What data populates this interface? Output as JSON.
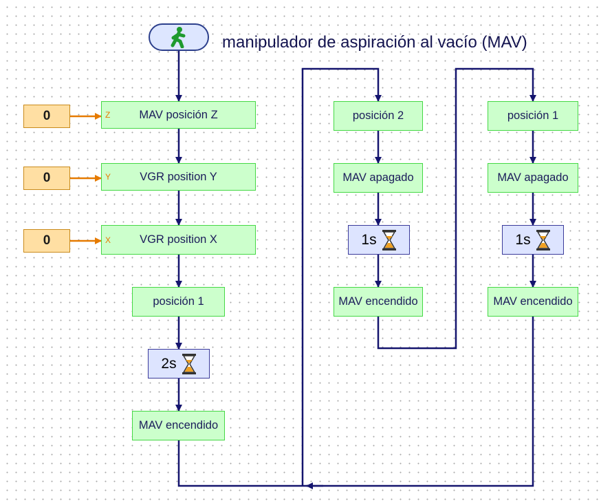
{
  "program": {
    "title": "manipulador de aspiración al vacío (MAV)",
    "start_icon": "walking-man-icon"
  },
  "inputs": [
    {
      "value": "0",
      "letter": "Z",
      "target_label": "MAV posición Z"
    },
    {
      "value": "0",
      "letter": "Y",
      "target_label": "VGR position Y"
    },
    {
      "value": "0",
      "letter": "X",
      "target_label": "VGR position X"
    }
  ],
  "column1": {
    "position": "posición 1",
    "delay": "2s",
    "end": "MAV encendido"
  },
  "column2": {
    "position": "posición 2",
    "off": "MAV apagado",
    "delay": "1s",
    "on": "MAV encendido"
  },
  "column3": {
    "position": "posición 1",
    "off": "MAV apagado",
    "delay": "1s",
    "on": "MAV encendido"
  },
  "colors": {
    "block_fill": "#ccffcc",
    "block_border": "#44d844",
    "wire": "#14146e",
    "const_fill": "#ffdfa3",
    "input_arrow": "#e67a00",
    "delay_fill": "#dde4ff"
  },
  "icons": {
    "delay": "hourglass-icon",
    "arrow": "arrow-down-icon"
  }
}
